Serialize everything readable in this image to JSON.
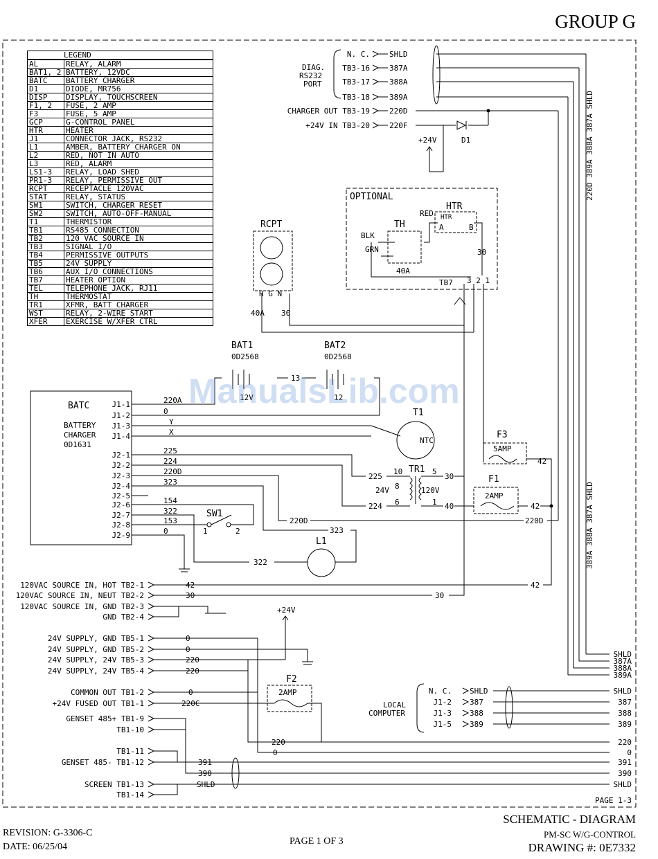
{
  "group_title": "GROUP G",
  "legend": {
    "header": "LEGEND",
    "rows": [
      {
        "k": "AL",
        "v": "RELAY, ALARM"
      },
      {
        "k": "BAT1, 2",
        "v": "BATTERY, 12VDC"
      },
      {
        "k": "BATC",
        "v": "BATTERY CHARGER"
      },
      {
        "k": "D1",
        "v": "DIODE, MR756"
      },
      {
        "k": "DISP",
        "v": "DISPLAY, TOUCHSCREEN"
      },
      {
        "k": "F1, 2",
        "v": "FUSE, 2 AMP"
      },
      {
        "k": "F3",
        "v": "FUSE, 5 AMP"
      },
      {
        "k": "GCP",
        "v": "G-CONTROL PANEL"
      },
      {
        "k": "HTR",
        "v": "HEATER"
      },
      {
        "k": "J1",
        "v": "CONNECTOR JACK, RS232"
      },
      {
        "k": "L1",
        "v": "AMBER, BATTERY CHARGER ON"
      },
      {
        "k": "L2",
        "v": "RED, NOT IN AUTO"
      },
      {
        "k": "L3",
        "v": "RED, ALARM"
      },
      {
        "k": "LS1-3",
        "v": "RELAY, LOAD SHED"
      },
      {
        "k": "PR1-3",
        "v": "RELAY, PERMISSIVE OUT"
      },
      {
        "k": "RCPT",
        "v": "RECEPTACLE 120VAC"
      },
      {
        "k": "STAT",
        "v": "RELAY, STATUS"
      },
      {
        "k": "SW1",
        "v": "SWITCH, CHARGER RESET"
      },
      {
        "k": "SW2",
        "v": "SWITCH, AUTO-OFF-MANUAL"
      },
      {
        "k": "T1",
        "v": "THERMISTOR"
      },
      {
        "k": "TB1",
        "v": "RS485 CONNECTION"
      },
      {
        "k": "TB2",
        "v": "120 VAC SOURCE IN"
      },
      {
        "k": "TB3",
        "v": "SIGNAL I/O"
      },
      {
        "k": "TB4",
        "v": "PERMISSIVE OUTPUTS"
      },
      {
        "k": "TB5",
        "v": "24V SUPPLY"
      },
      {
        "k": "TB6",
        "v": "AUX I/O CONNECTIONS"
      },
      {
        "k": "TB7",
        "v": "HEATER OPTION"
      },
      {
        "k": "TEL",
        "v": "TELEPHONE JACK, RJ11"
      },
      {
        "k": "TH",
        "v": "THERMOSTAT"
      },
      {
        "k": "TR1",
        "v": "XFMR, BATT CHARGER"
      },
      {
        "k": "WST",
        "v": "RELAY, 2-WIRE START"
      },
      {
        "k": "XFER",
        "v": "EXERCISE W/XFER CTRL"
      }
    ]
  },
  "diagram": {
    "diag_port": [
      "DIAG.",
      "RS232",
      "PORT"
    ],
    "tb3_terms": [
      {
        "term": "N. C.",
        "wire": "SHLD"
      },
      {
        "term": "TB3-16",
        "wire": "387A"
      },
      {
        "term": "TB3-17",
        "wire": "388A"
      },
      {
        "term": "TB3-18",
        "wire": "389A"
      },
      {
        "term": "CHARGER OUT  TB3-19",
        "wire": "220D"
      },
      {
        "term": "+24V IN  TB3-20",
        "wire": "220F"
      }
    ],
    "d1_label": "D1",
    "plus24v": "+24V",
    "vertical_bundle_top": "220D 389A 388A 387A SHLD",
    "vertical_bundle_mid": "389A 388A 387A SHLD",
    "optional_label": "OPTIONAL",
    "htr_label": "HTR",
    "htr_inner": "HTR",
    "htr_a": "A",
    "htr_b": "B",
    "th_label": "TH",
    "red": "RED",
    "blk": "BLK",
    "grn": "GRN",
    "tb7_label": "TB7",
    "tb7_pins": "3 2 1",
    "w30": "30",
    "w40a": "40A",
    "rcpt_label": "RCPT",
    "rcpt_pins": "H  G   N",
    "bat1": "BAT1",
    "bat1_part": "0D2568",
    "bat2": "BAT2",
    "bat2_part": "0D2568",
    "w13": "13",
    "v12a": "12V",
    "v12b": "12",
    "batc_title": "BATC",
    "batc_sub": [
      "BATTERY",
      "CHARGER",
      "0D1631"
    ],
    "j_pins": [
      "J1-1",
      "J1-2",
      "J1-3",
      "J1-4",
      "J2-1",
      "J2-2",
      "J2-3",
      "J2-4",
      "J2-5",
      "J2-6",
      "J2-7",
      "J2-8",
      "J2-9"
    ],
    "j_wires": [
      "220A",
      "0",
      "Y",
      "X",
      "225",
      "224",
      "220D",
      "323",
      "",
      "154",
      "322",
      "153",
      "0"
    ],
    "t1_label": "T1",
    "ntc": "NTC",
    "tr1_label": "TR1",
    "tr1_pins": {
      "p10": "10",
      "p5": "5",
      "p8": "8",
      "p6": "6",
      "p1": "1",
      "v24": "24V",
      "v120": "120V"
    },
    "f3_label": "F3",
    "f3_rating": "5AMP",
    "f1_label": "F1",
    "f1_rating": "2AMP",
    "f2_label": "F2",
    "f2_rating": "2AMP",
    "sw1_label": "SW1",
    "sw1_pins": {
      "p1": "1",
      "p2": "2"
    },
    "l1_label": "L1",
    "tb2_terms": [
      {
        "term": "120VAC SOURCE IN, HOT  TB2-1",
        "wire": "42"
      },
      {
        "term": "120VAC SOURCE IN, NEUT  TB2-2",
        "wire": "30"
      },
      {
        "term": "120VAC SOURCE IN, GND  TB2-3",
        "wire": ""
      },
      {
        "term": "GND  TB2-4",
        "wire": ""
      }
    ],
    "tb5_terms": [
      {
        "term": "24V SUPPLY, GND  TB5-1",
        "wire": "0"
      },
      {
        "term": "24V SUPPLY, GND  TB5-2",
        "wire": "0"
      },
      {
        "term": "24V SUPPLY, 24V  TB5-3",
        "wire": "220"
      },
      {
        "term": "24V SUPPLY, 24V  TB5-4",
        "wire": "220"
      }
    ],
    "tb1_terms": [
      {
        "term": "COMMON OUT  TB1-2",
        "wire": "0"
      },
      {
        "term": "+24V FUSED OUT  TB1-1",
        "wire": "220C"
      },
      {
        "term": "GENSET 485+  TB1-9",
        "wire": ""
      },
      {
        "term": "TB1-10",
        "wire": ""
      },
      {
        "term": "TB1-11",
        "wire": ""
      },
      {
        "term": "GENSET 485-  TB1-12",
        "wire": "391"
      },
      {
        "term": "SCREEN  TB1-13",
        "wire": "SHLD"
      },
      {
        "term": "TB1-14",
        "wire": ""
      }
    ],
    "local_computer": [
      "LOCAL",
      "COMPUTER"
    ],
    "lc_terms": [
      {
        "term": "N. C.",
        "wire": "SHLD"
      },
      {
        "term": "J1-2",
        "wire": "387"
      },
      {
        "term": "J1-3",
        "wire": "388"
      },
      {
        "term": "J1-5",
        "wire": "389"
      }
    ],
    "right_edge_labels": [
      "SHLD",
      "387A",
      "388A",
      "389A",
      "SHLD",
      "387",
      "388",
      "389",
      "220",
      "0",
      "391",
      "390",
      "SHLD"
    ],
    "misc_wires": {
      "w42": "42",
      "w30": "30",
      "w40": "40",
      "w220d": "220D",
      "w322": "322",
      "w323": "323",
      "w225": "225",
      "w224": "224",
      "w390": "390",
      "w220": "220",
      "w0": "0"
    }
  },
  "watermark": "ManualsLib.com",
  "page_ref": "PAGE 1-3",
  "footer": {
    "title": "SCHEMATIC - DIAGRAM",
    "subtitle": "PM-SC W/G-CONTROL",
    "drawing": "DRAWING #: 0E7332",
    "revision": "REVISION: G-3306-C",
    "date": "DATE: 06/25/04",
    "page": "PAGE 1 OF 3"
  }
}
